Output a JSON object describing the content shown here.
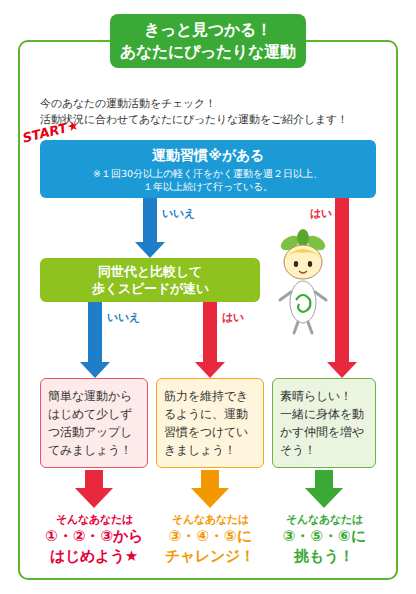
{
  "diagram": {
    "title": "きっと見つかる！ あなたにぴったりな運動",
    "nodes": [
      {
        "text": [
          "運動習慣※がある",
          "※１回30分以上の軽く汗をかく運動を週２日以上、 １年以上続けて行っている。"
        ]
      },
      {
        "text": [
          "同世代と比較して 歩くスピードが速い"
        ]
      },
      {
        "text": [
          "簡単な運動から はじめて少しず つ活動アップし てみましょう！"
        ]
      },
      {
        "text": [
          "筋力を維持でき るように、運動 習慣をつけてい きましょう！"
        ]
      },
      {
        "text": [
          "素晴らしい！ 一緒に身体を動 かす仲間を増や そう！"
        ]
      }
    ],
    "edges": [
      {
        "from": 0,
        "to": 1,
        "label": "いいえ",
        "arrow": "to"
      },
      {
        "from": 0,
        "to": 4,
        "label": "はい",
        "arrow": "to"
      },
      {
        "from": 1,
        "to": 2,
        "label": "いいえ",
        "arrow": "to"
      },
      {
        "from": 1,
        "to": 3,
        "label": "はい",
        "arrow": "to"
      }
    ],
    "labels": [
      "今のあなたの運動活動をチェック！",
      "活動状況に合わせてあなたにぴったりな運動をご紹介します！",
      "START★",
      "そんなあなたは",
      "①・②・③から",
      "はじめよう★",
      "そんなあなたは",
      "③・④・⑤に",
      "チャレンジ！",
      "そんなあなたは",
      "③・⑤・⑥に",
      "挑もう！"
    ]
  }
}
